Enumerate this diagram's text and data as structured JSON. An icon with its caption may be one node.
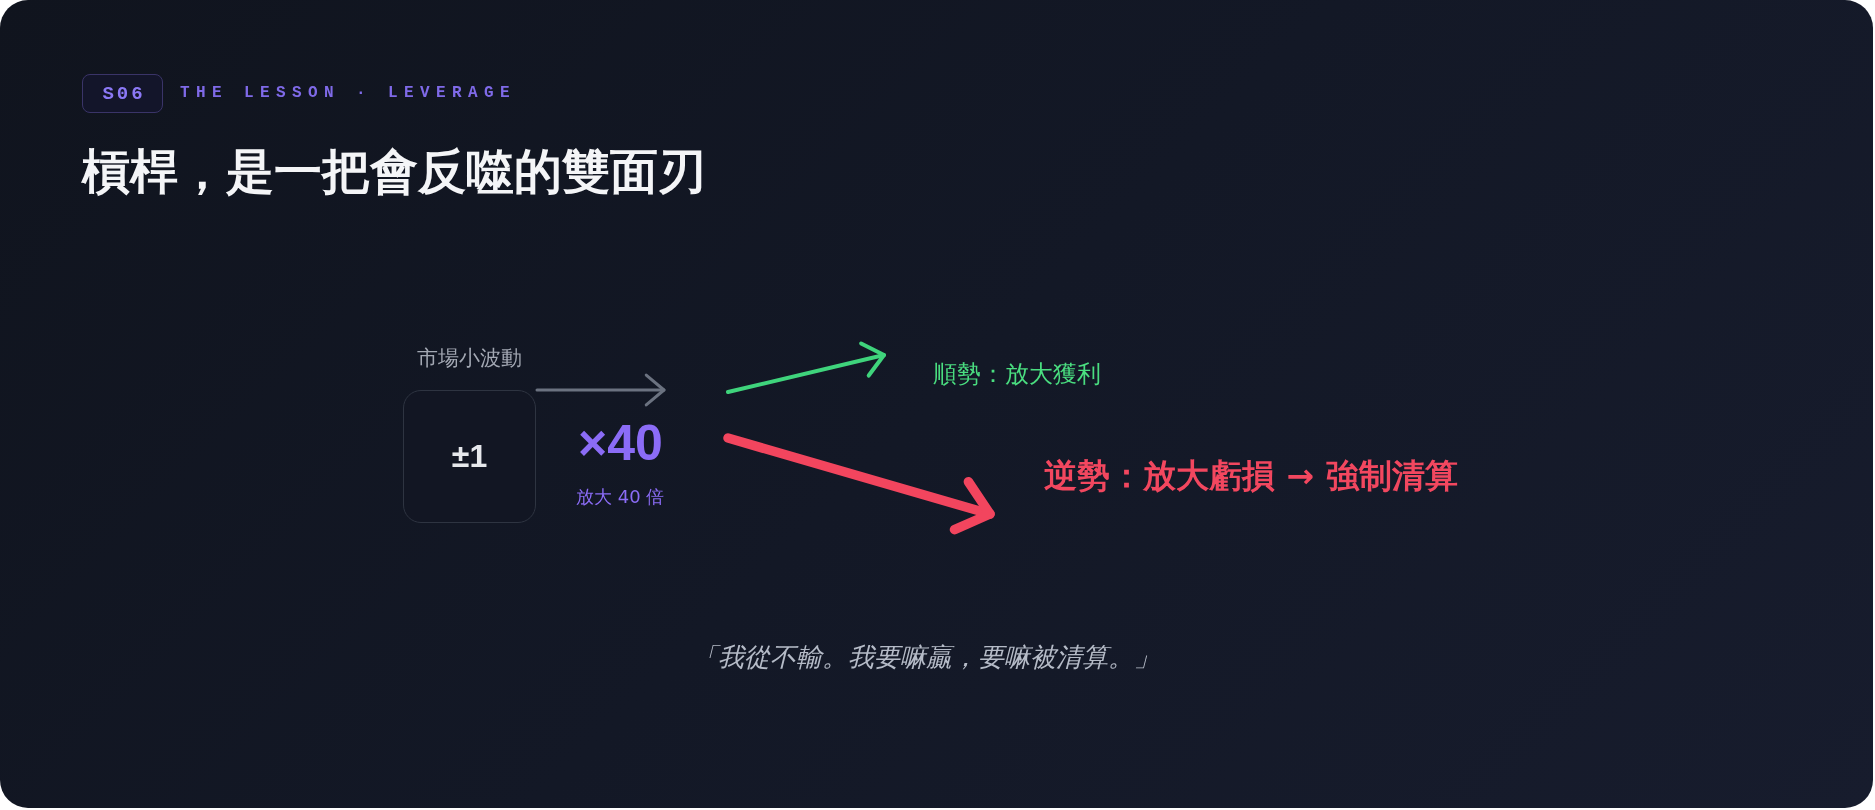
{
  "diagram": {
    "title": "槓桿，是一把會反噬的雙面刃",
    "nodes": [
      {
        "text": [
          "市場小波動",
          "±1"
        ]
      },
      {
        "text": [
          "×40",
          "放大 40 倍"
        ]
      },
      {
        "text": [
          "順勢：放大獲利"
        ]
      },
      {
        "text": [
          "逆勢：放大虧損 → 強制清算"
        ]
      }
    ],
    "edges": [
      {
        "from": 0,
        "to": 1,
        "arrow": "to",
        "color": "#6b7280"
      },
      {
        "from": 1,
        "to": 2,
        "arrow": "to",
        "color": "#3fd47c"
      },
      {
        "from": 1,
        "to": 3,
        "arrow": "to",
        "style": "thick",
        "color": "#f2455e"
      }
    ],
    "labels": [
      "S06",
      "THE LESSON · LEVERAGE",
      "「我從不輸。我要嘛贏，要嘛被清算。」"
    ]
  }
}
